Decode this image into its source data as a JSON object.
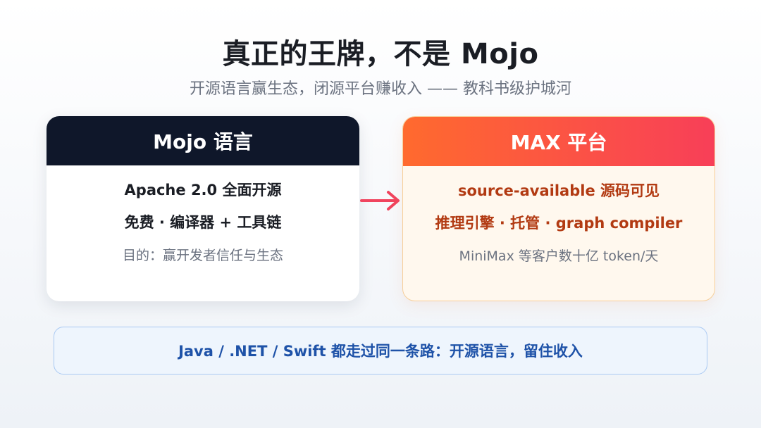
{
  "title": "真正的王牌，不是 Mojo",
  "subtitle": "开源语言赢生态，闭源平台赚收入 —— 教科书级护城河",
  "left_card": {
    "header": "Mojo 语言",
    "line1": "Apache 2.0 全面开源",
    "line2": "免费 · 编译器 + 工具链",
    "line3": "目的：赢开发者信任与生态"
  },
  "right_card": {
    "header": "MAX 平台",
    "line1": "source-available 源码可见",
    "line2": "推理引擎 · 托管 · graph compiler",
    "line3": "MiniMax 等客户数十亿 token/天"
  },
  "banner": {
    "text": "Java / .NET / Swift 都走过同一条路：开源语言，留住收入"
  },
  "colors": {
    "left_header": "#0f172a",
    "right_header_start": "#ff6a2e",
    "right_header_end": "#f83f58",
    "right_text": "#b23a12",
    "arrow": "#f0445e",
    "banner_text": "#1e52a8"
  },
  "icons": {
    "connector": "arrow-right-icon"
  }
}
